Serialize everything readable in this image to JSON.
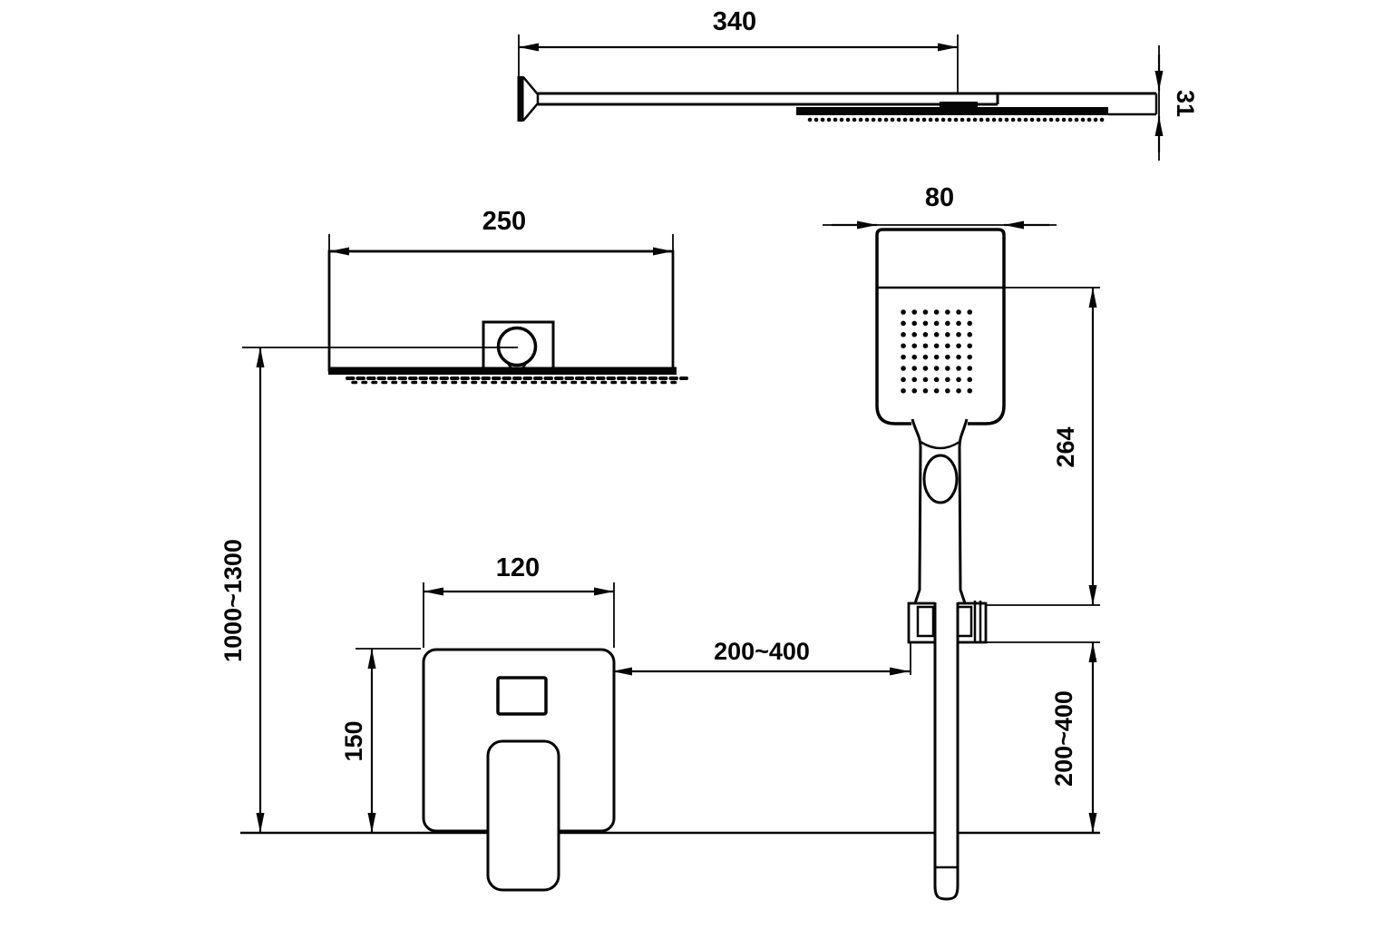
{
  "drawing": {
    "type": "technical installation drawing",
    "subject": "wall-mounted waterfall rain shower system with hand shower and concealed mixer",
    "colors": {
      "background": "#ffffff",
      "line": "#050505",
      "text": "#050505"
    },
    "views": {
      "top_profile": {
        "width_label": "340",
        "thickness_label": "31"
      },
      "front_panel": {
        "width_label": "250"
      },
      "hand_shower": {
        "width_label": "80",
        "height_label": "264",
        "vertical_offset_label": "200~400"
      },
      "mixer": {
        "plate_width_label": "120",
        "plate_height_label": "150",
        "mount_height_label": "1000~1300",
        "horizontal_offset_label": "200~400"
      }
    }
  }
}
